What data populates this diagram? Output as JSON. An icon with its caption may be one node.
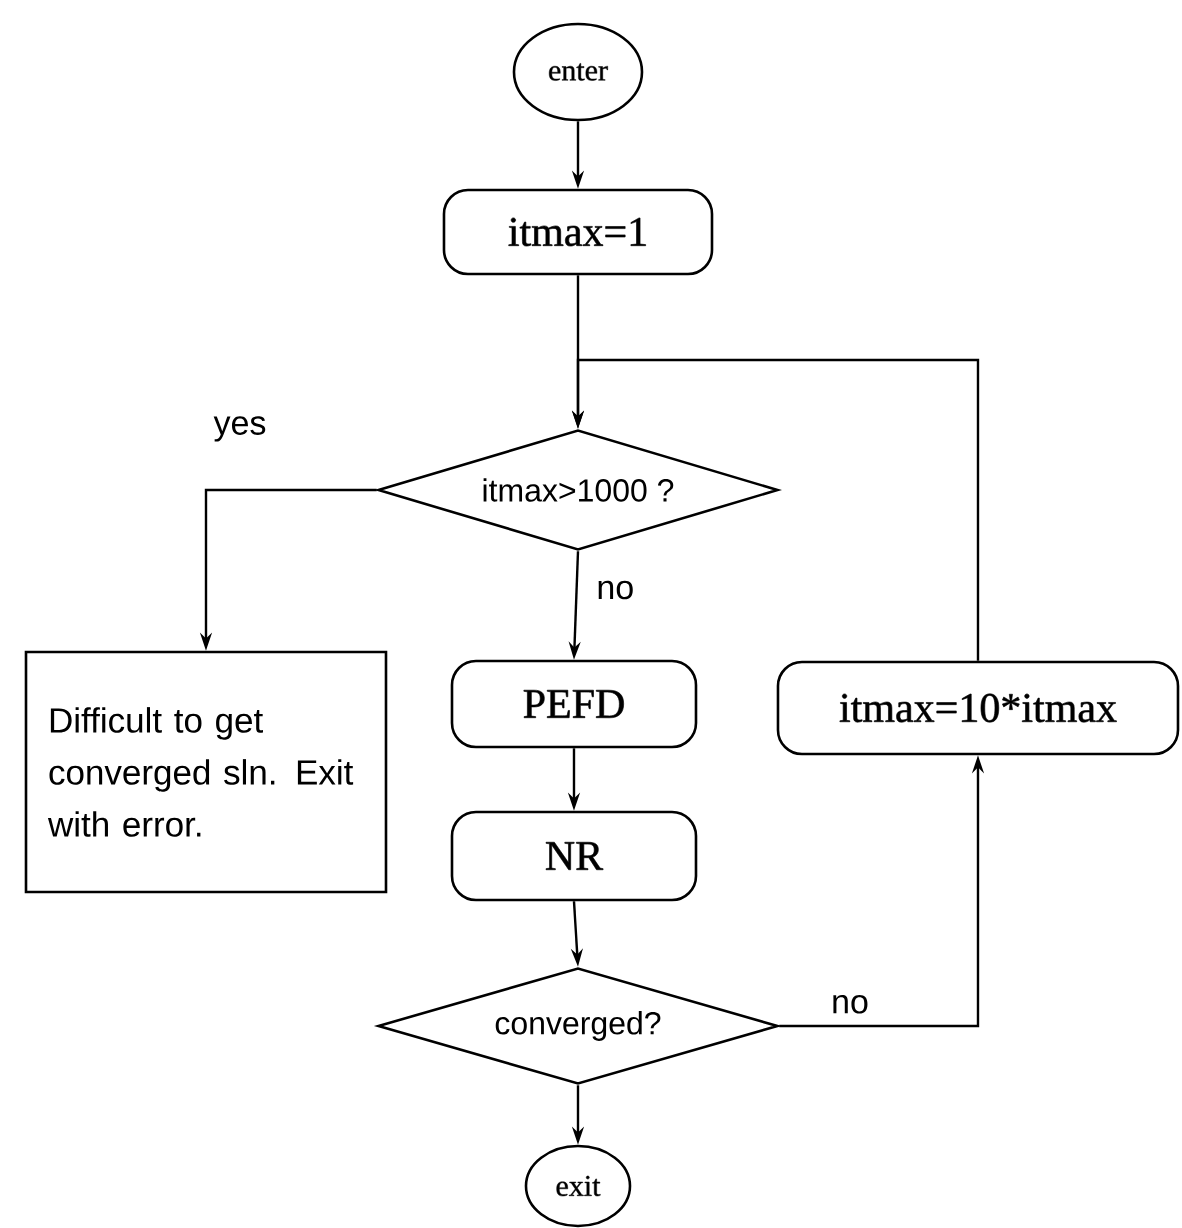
{
  "diagram": {
    "nodes": [
      {
        "text": [
          "enter"
        ]
      },
      {
        "text": [
          "itmax=1"
        ]
      },
      {
        "text": [
          "itmax>1000 ?"
        ]
      },
      {
        "text": [
          "Difficult to get converged sln. Exit with error."
        ]
      },
      {
        "text": [
          "PEFD"
        ]
      },
      {
        "text": [
          "itmax=10*itmax"
        ]
      },
      {
        "text": [
          "NR"
        ]
      },
      {
        "text": [
          "converged?"
        ]
      },
      {
        "text": [
          "exit"
        ]
      }
    ],
    "edges": [
      {
        "from": 0,
        "to": 1,
        "arrow": "to"
      },
      {
        "from": 1,
        "to": 2,
        "arrow": "to"
      },
      {
        "from": 2,
        "to": 3,
        "arrow": "to",
        "label": "yes"
      },
      {
        "from": 2,
        "to": 4,
        "arrow": "to",
        "label": "no"
      },
      {
        "from": 4,
        "to": 6,
        "arrow": "to"
      },
      {
        "from": 6,
        "to": 7,
        "arrow": "to"
      },
      {
        "from": 7,
        "to": 5,
        "arrow": "to",
        "label": "no"
      },
      {
        "from": 5,
        "to": 2,
        "arrow": "to"
      },
      {
        "from": 7,
        "to": 8,
        "arrow": "to"
      }
    ]
  }
}
